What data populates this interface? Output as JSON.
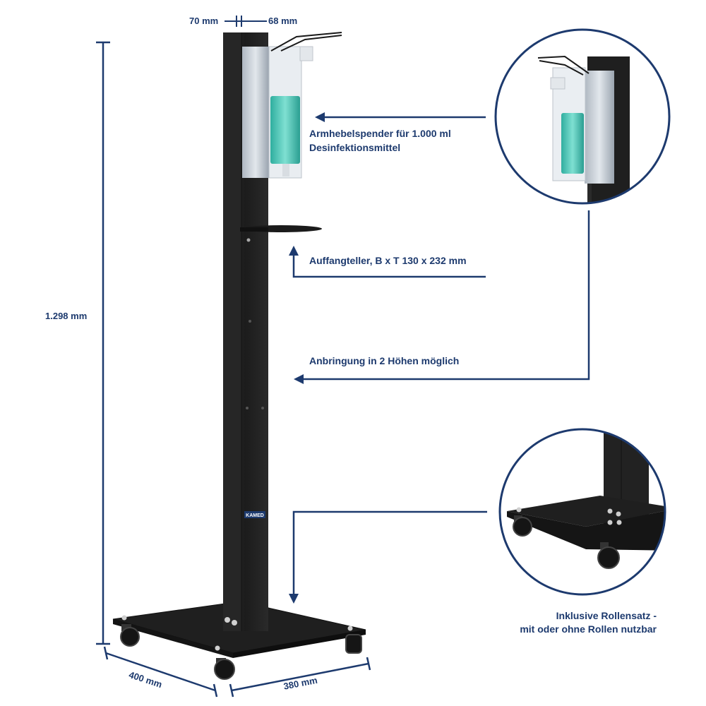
{
  "dimensions": {
    "width_left": "70 mm",
    "width_right": "68 mm",
    "height": "1.298 mm",
    "depth": "400 mm",
    "base_width": "380 mm"
  },
  "callouts": {
    "dispenser_line1": "Armhebelspender für 1.000 ml",
    "dispenser_line2": "Desinfektionsmittel",
    "drip_tray": "Auffangteller, B x T 130 x 232 mm",
    "mounting": "Anbringung in 2 Höhen möglich",
    "casters_line1": "Inklusive Rollensatz -",
    "casters_line2": "mit oder ohne Rollen nutzbar"
  },
  "brand_plate": "KAMED",
  "colors": {
    "accent": "#1d3a6e",
    "stand": "#222222",
    "liquid": "#4fc9b8",
    "steel": "#c4ccd4"
  }
}
